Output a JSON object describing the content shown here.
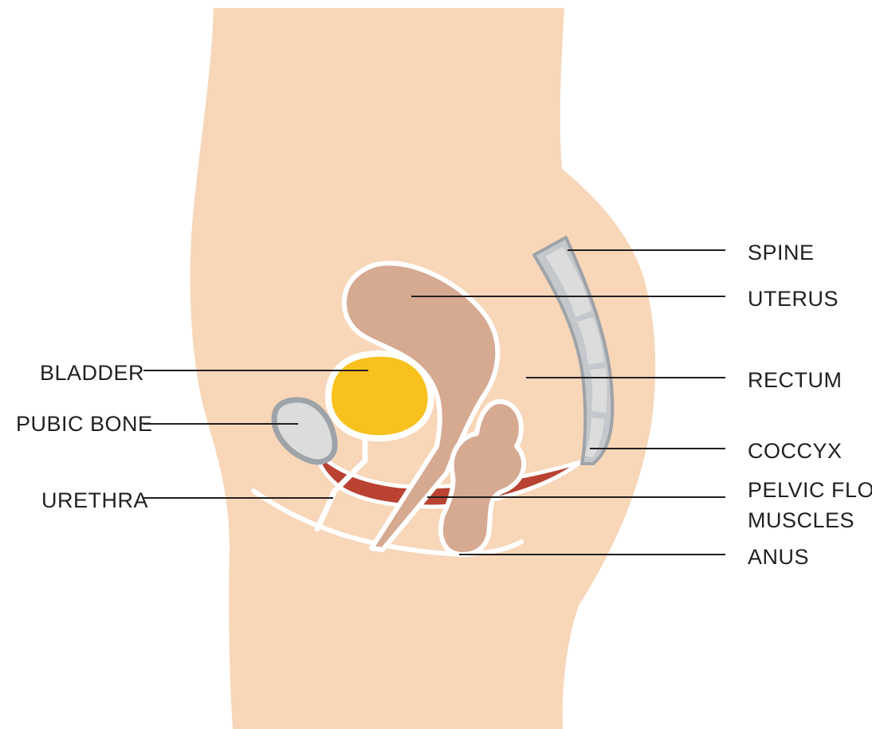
{
  "colors": {
    "skin": "#f8d6b8",
    "uterus": "#d6a991",
    "bladder": "#f8c11e",
    "bone": "#dcdcdc",
    "bone_outline": "#9ea3a8",
    "muscle": "#b94232",
    "outline": "#ffffff",
    "text": "#231f20"
  },
  "labels": {
    "spine": "SPINE",
    "uterus": "UTERUS",
    "bladder": "BLADDER",
    "rectum": "RECTUM",
    "pubic_bone": "PUBIC BONE",
    "coccyx": "COCCYX",
    "urethra": "URETHRA",
    "pelvic_floor_1": "PELVIC FLOOR",
    "pelvic_floor_2": "MUSCLES",
    "anus": "ANUS"
  }
}
